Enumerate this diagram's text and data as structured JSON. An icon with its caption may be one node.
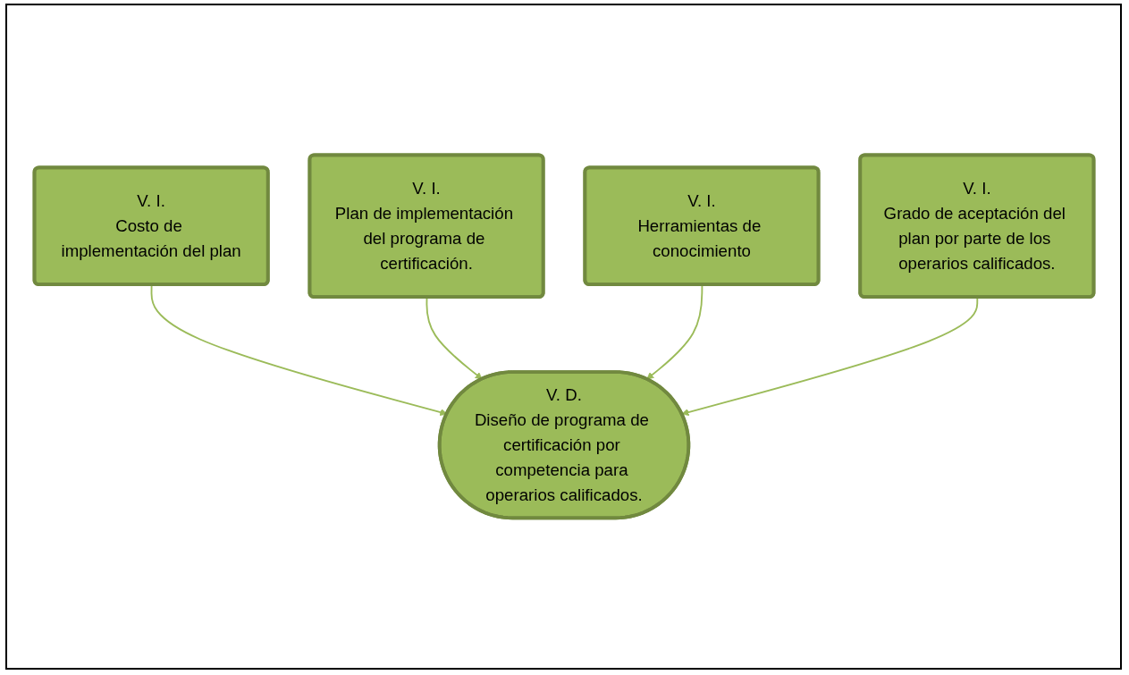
{
  "diagram": {
    "nodes": [
      {
        "text": [
          "V. I.",
          "Costo de implementación del plan"
        ]
      },
      {
        "text": [
          "V. I.",
          "Plan de implementación del programa de certificación."
        ]
      },
      {
        "text": [
          "V. I.",
          "Herramientas de conocimiento"
        ]
      },
      {
        "text": [
          "V. I.",
          "Grado de aceptación del plan por parte de los operarios calificados."
        ]
      },
      {
        "text": [
          "V. D.",
          "Diseño de programa de certificación por competencia para operarios calificados."
        ]
      }
    ],
    "edges": [
      {
        "from": 0,
        "to": 4,
        "arrow": "to"
      },
      {
        "from": 1,
        "to": 4,
        "arrow": "to"
      },
      {
        "from": 2,
        "to": 4,
        "arrow": "to"
      },
      {
        "from": 3,
        "to": 4,
        "arrow": "to"
      }
    ]
  }
}
